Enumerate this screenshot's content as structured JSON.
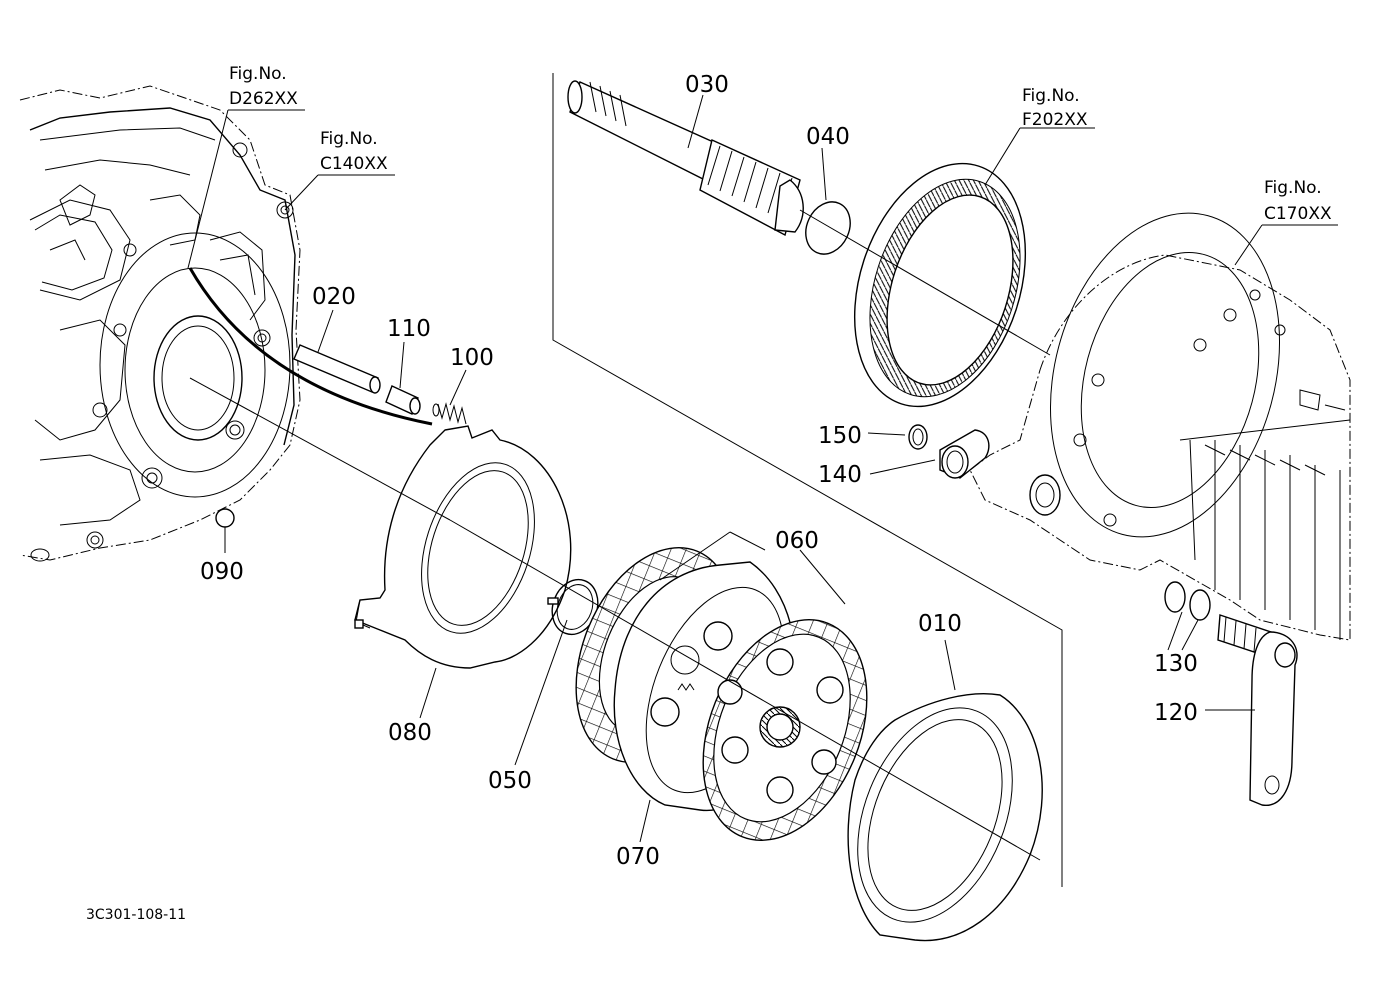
{
  "figure_refs": [
    {
      "id": "d262",
      "line1": "Fig.No.",
      "line2": "D262XX"
    },
    {
      "id": "c140",
      "line1": "Fig.No.",
      "line2": "C140XX"
    },
    {
      "id": "f202",
      "line1": "Fig.No.",
      "line2": "F202XX"
    },
    {
      "id": "c170",
      "line1": "Fig.No.",
      "line2": "C170XX"
    }
  ],
  "parts": {
    "p010": "010",
    "p020": "020",
    "p030": "030",
    "p040": "040",
    "p050": "050",
    "p060": "060",
    "p070": "070",
    "p080": "080",
    "p090": "090",
    "p100": "100",
    "p110": "110",
    "p120": "120",
    "p130": "130",
    "p140": "140",
    "p150": "150"
  },
  "drawing_code": "3C301-108-11"
}
